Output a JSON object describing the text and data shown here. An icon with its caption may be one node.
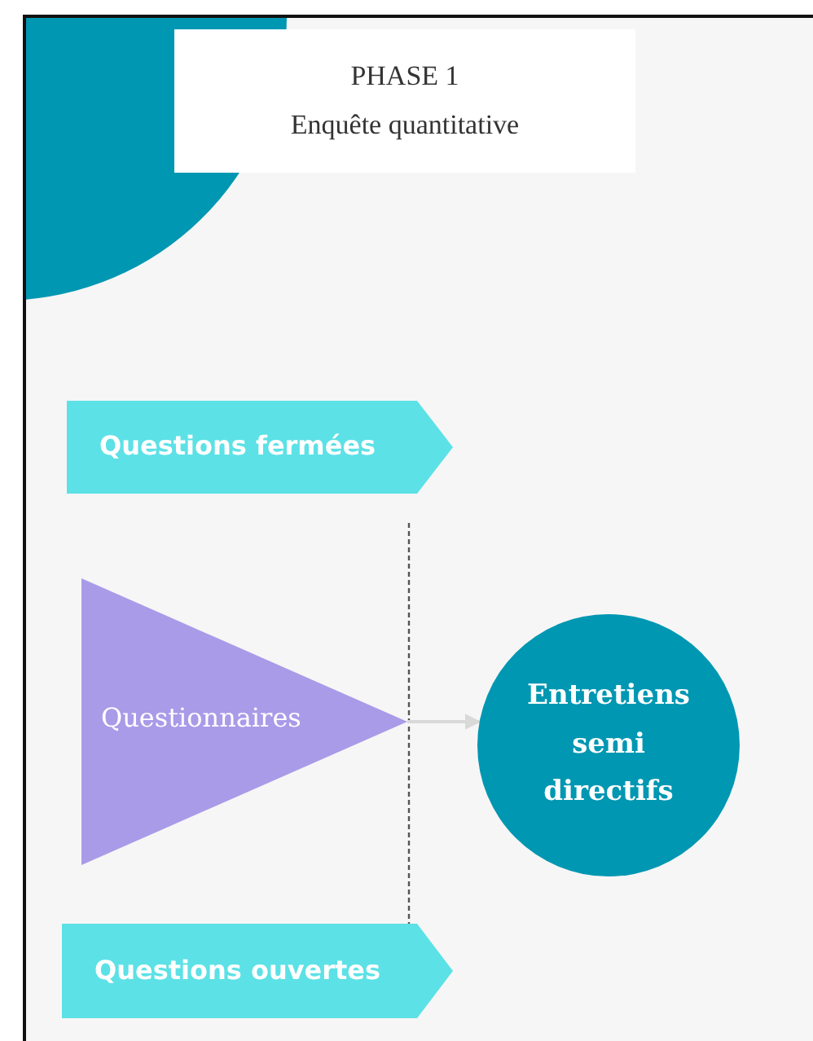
{
  "diagram": {
    "nodes": [
      {
        "text": [
          "PHASE 1",
          "Enquête quantitative"
        ]
      },
      {
        "text": [
          "Questions fermées"
        ]
      },
      {
        "text": [
          "Questionnaires"
        ]
      },
      {
        "text": [
          "Entretiens semi directifs"
        ]
      },
      {
        "text": [
          "Questions ouvertes"
        ]
      }
    ],
    "edges": [
      {
        "from": 2,
        "to": 3,
        "arrow": "to",
        "color": "#d9d9d9"
      }
    ]
  }
}
